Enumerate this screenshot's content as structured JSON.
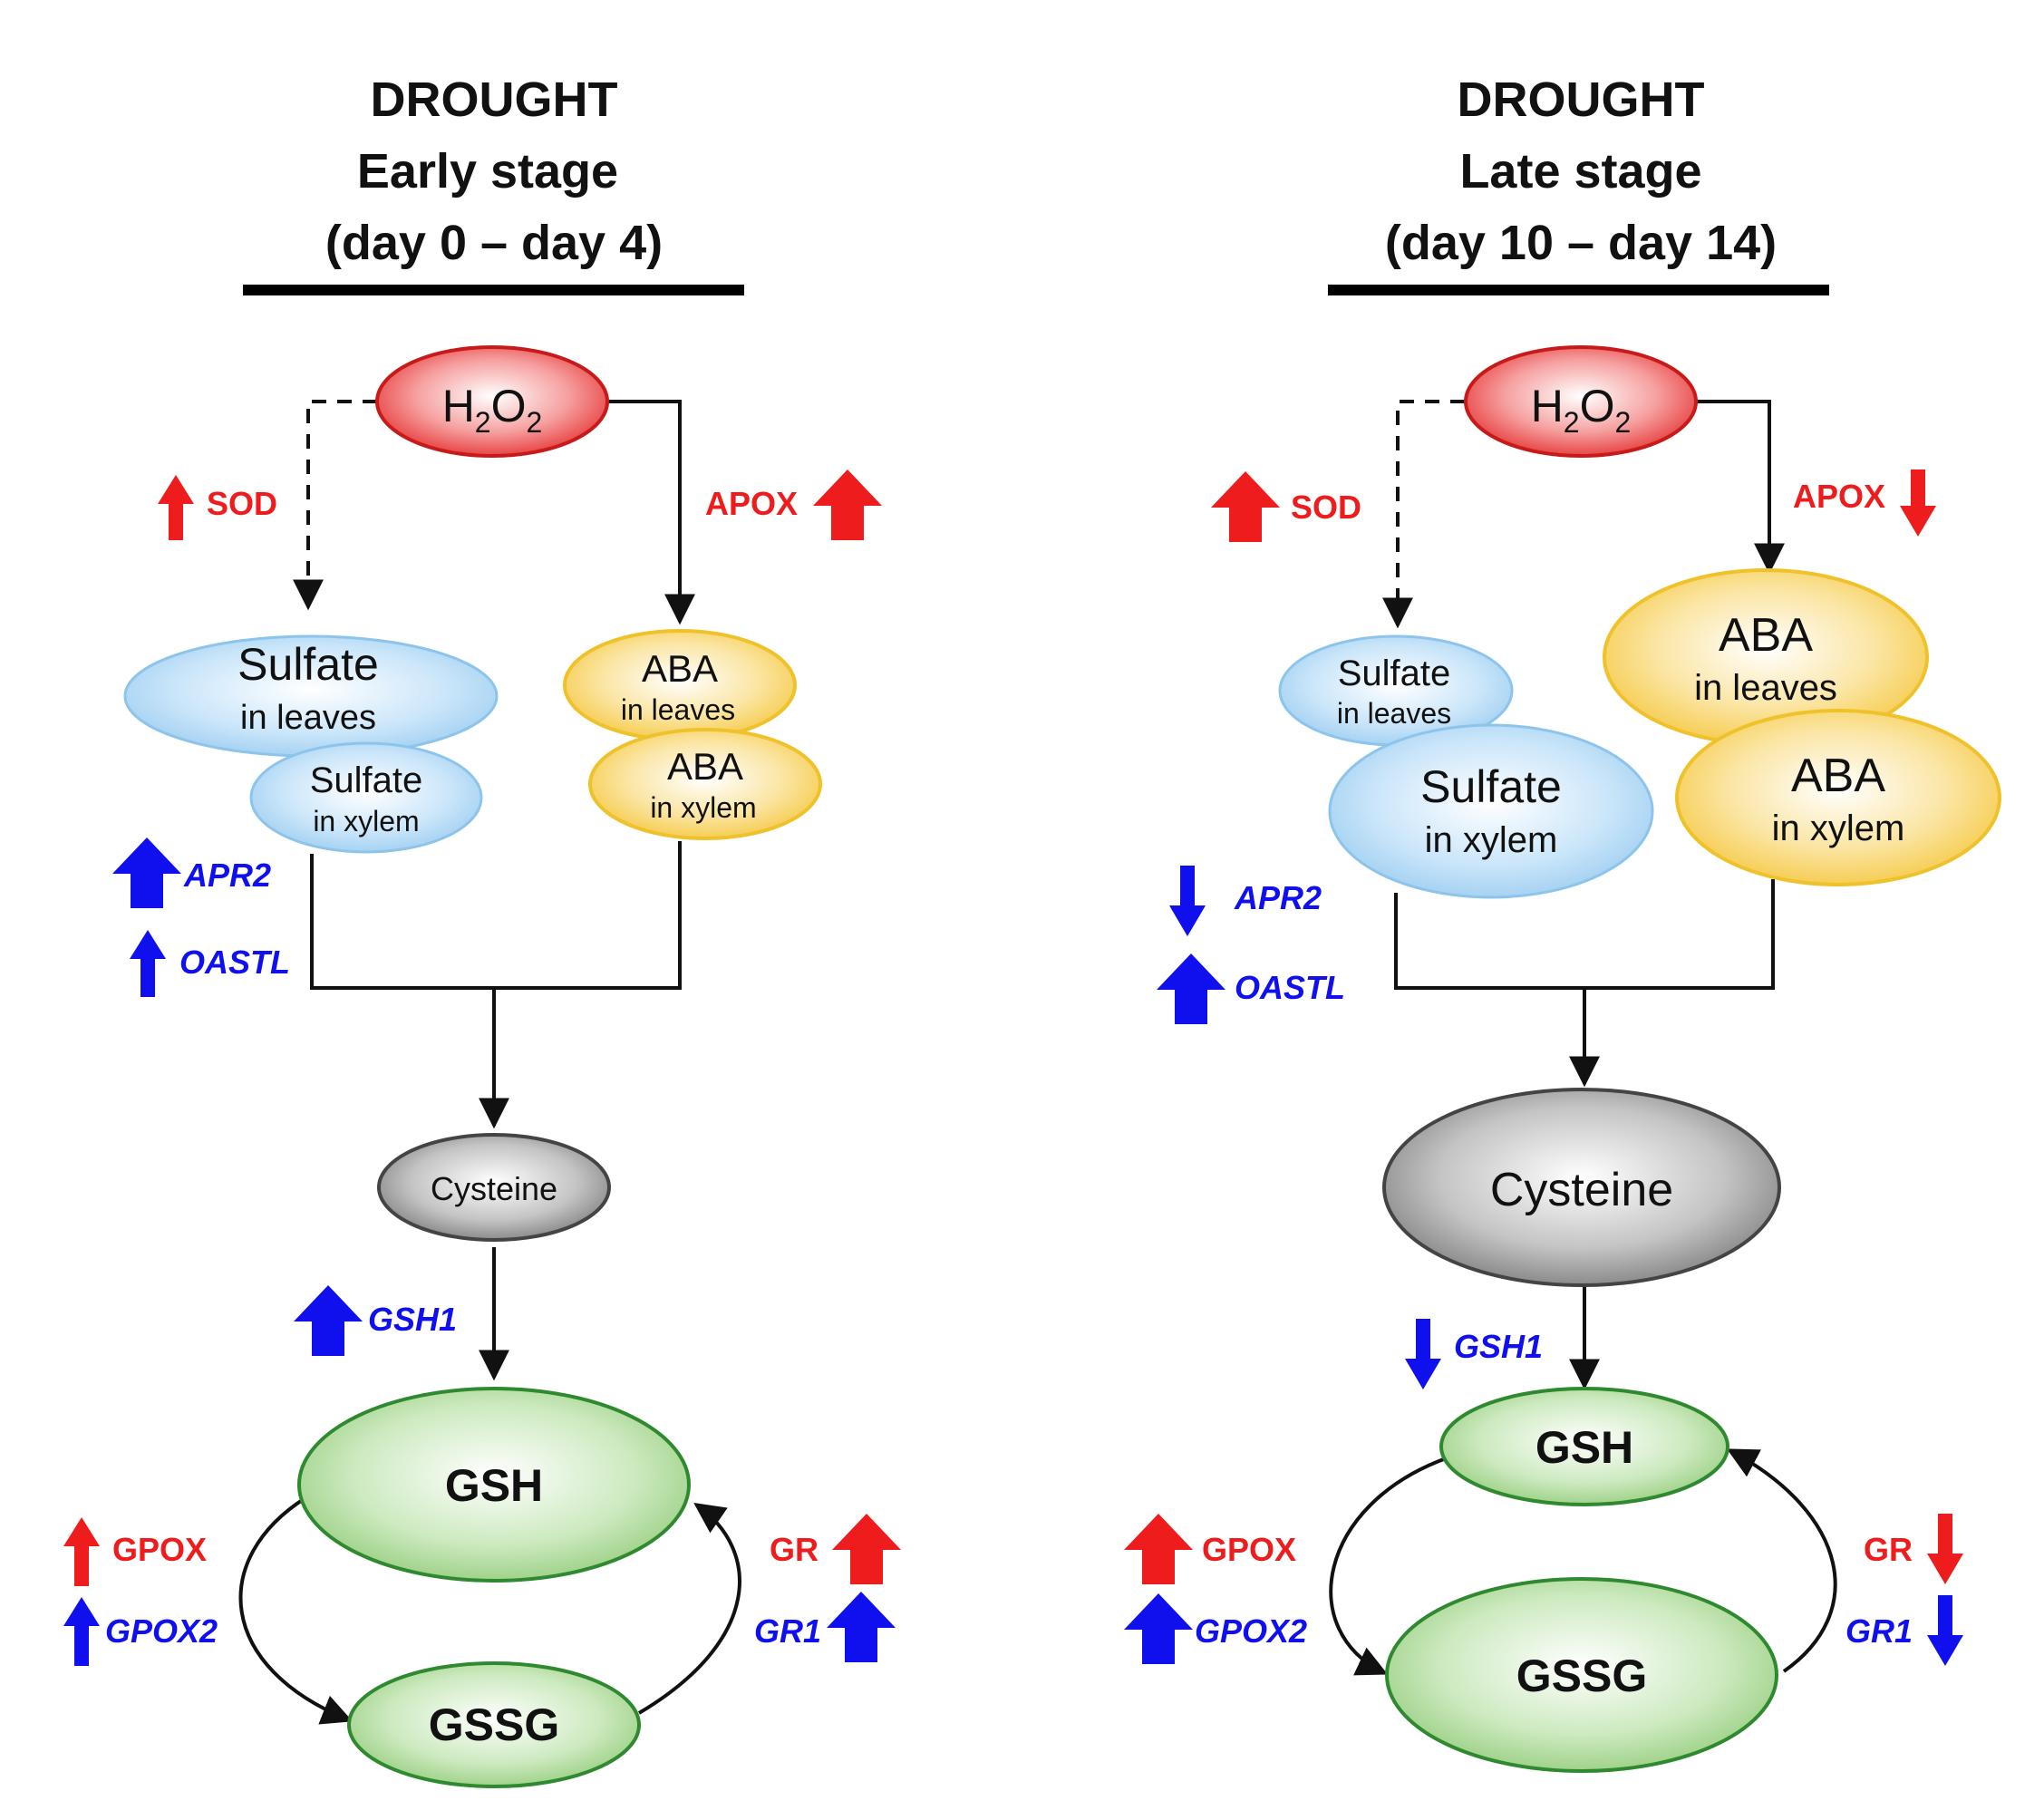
{
  "colors": {
    "up_regulated_activity": "#ff0000",
    "gene_expression": "#0000ff",
    "h2o2_fill": "#f25a5a",
    "sulfate_fill": "#a8d3f2",
    "aba_fill": "#f9d35a",
    "cysteine_fill": "#8a8a8a",
    "glutathione_fill": "#a6d68c"
  },
  "panels": [
    {
      "title_line1": "DROUGHT",
      "title_line2": "Early stage",
      "title_line3": "(day 0 – day 4)",
      "nodes": {
        "h2o2": {
          "main": "H",
          "sub1": "2",
          "mid": "O",
          "sub2": "2"
        },
        "sulfate_leaves": {
          "line1": "Sulfate",
          "line2": "in leaves"
        },
        "sulfate_xylem": {
          "line1": "Sulfate",
          "line2": "in xylem"
        },
        "aba_leaves": {
          "line1": "ABA",
          "line2": "in leaves"
        },
        "aba_xylem": {
          "line1": "ABA",
          "line2": "in xylem"
        },
        "cysteine": "Cysteine",
        "gsh": "GSH",
        "gssg": "GSSG"
      },
      "regulators": {
        "sod": {
          "label": "SOD",
          "direction": "up"
        },
        "apox": {
          "label": "APOX",
          "direction": "up"
        },
        "apr2": {
          "label": "APR2",
          "direction": "up"
        },
        "oastl": {
          "label": "OASTL",
          "direction": "up"
        },
        "gsh1": {
          "label": "GSH1",
          "direction": "up"
        },
        "gpox": {
          "label": "GPOX",
          "direction": "up"
        },
        "gpox2": {
          "label": "GPOX2",
          "direction": "up"
        },
        "gr": {
          "label": "GR",
          "direction": "up"
        },
        "gr1": {
          "label": "GR1",
          "direction": "up"
        }
      }
    },
    {
      "title_line1": "DROUGHT",
      "title_line2": "Late stage",
      "title_line3": "(day 10 – day 14)",
      "nodes": {
        "h2o2": {
          "main": "H",
          "sub1": "2",
          "mid": "O",
          "sub2": "2"
        },
        "sulfate_leaves": {
          "line1": "Sulfate",
          "line2": "in leaves"
        },
        "sulfate_xylem": {
          "line1": "Sulfate",
          "line2": "in xylem"
        },
        "aba_leaves": {
          "line1": "ABA",
          "line2": "in leaves"
        },
        "aba_xylem": {
          "line1": "ABA",
          "line2": "in xylem"
        },
        "cysteine": "Cysteine",
        "gsh": "GSH",
        "gssg": "GSSG"
      },
      "regulators": {
        "sod": {
          "label": "SOD",
          "direction": "up"
        },
        "apox": {
          "label": "APOX",
          "direction": "down"
        },
        "apr2": {
          "label": "APR2",
          "direction": "down"
        },
        "oastl": {
          "label": "OASTL",
          "direction": "up"
        },
        "gsh1": {
          "label": "GSH1",
          "direction": "down"
        },
        "gpox": {
          "label": "GPOX",
          "direction": "up"
        },
        "gpox2": {
          "label": "GPOX2",
          "direction": "up"
        },
        "gr": {
          "label": "GR",
          "direction": "down"
        },
        "gr1": {
          "label": "GR1",
          "direction": "down"
        }
      }
    }
  ]
}
